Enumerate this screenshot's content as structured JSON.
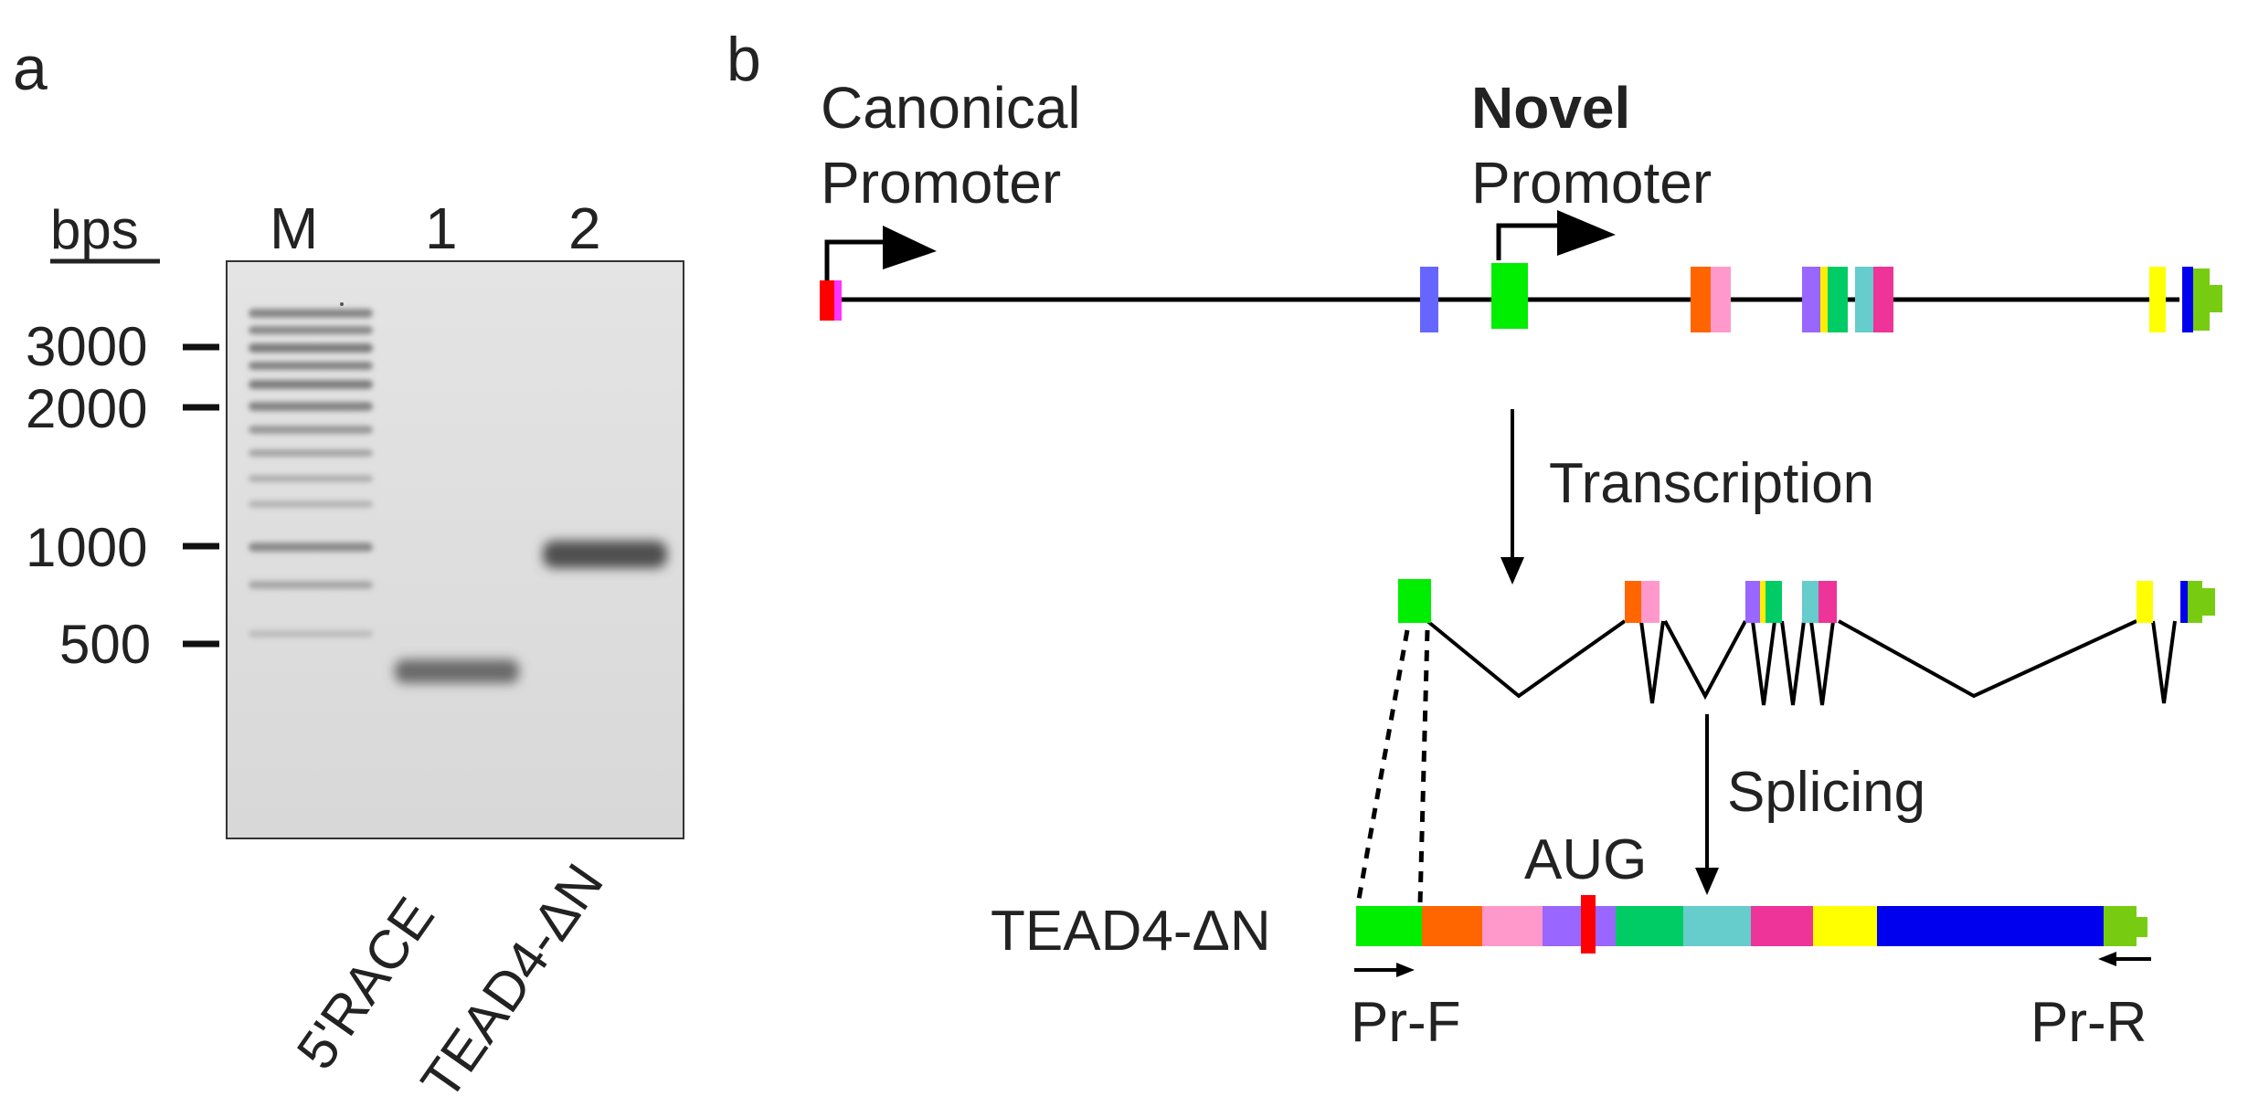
{
  "panel_a": {
    "label": "a",
    "units_label": "bps",
    "lane_labels": [
      "M",
      "1",
      "2"
    ],
    "size_markers": [
      "3000",
      "2000",
      "1000",
      "500"
    ],
    "sample_labels": [
      "5'RACE",
      "TEAD4-ΔN"
    ],
    "bands": {
      "lane_1_approx_bp": 450,
      "lane_2_approx_bp": 900
    }
  },
  "panel_b": {
    "label": "b",
    "canonical_promoter": [
      "Canonical",
      "Promoter"
    ],
    "novel_promoter": [
      "Novel",
      "Promoter"
    ],
    "step_transcription": "Transcription",
    "step_splicing": "Splicing",
    "transcript_name": "TEAD4-ΔN",
    "start_codon": "AUG",
    "primer_forward": "Pr-F",
    "primer_reverse": "Pr-R",
    "exon_colors": {
      "red": "#ff0000",
      "magenta": "#ff33ff",
      "blue_violet": "#6666ff",
      "green": "#00ee00",
      "orange": "#ff6600",
      "pink": "#ff99cc",
      "lavender": "#9966ff",
      "emerald": "#00cc66",
      "teal": "#66cccc",
      "rose": "#ee3399",
      "yellow": "#ffff00",
      "blue": "#0000ee",
      "lime": "#77cc11"
    }
  }
}
